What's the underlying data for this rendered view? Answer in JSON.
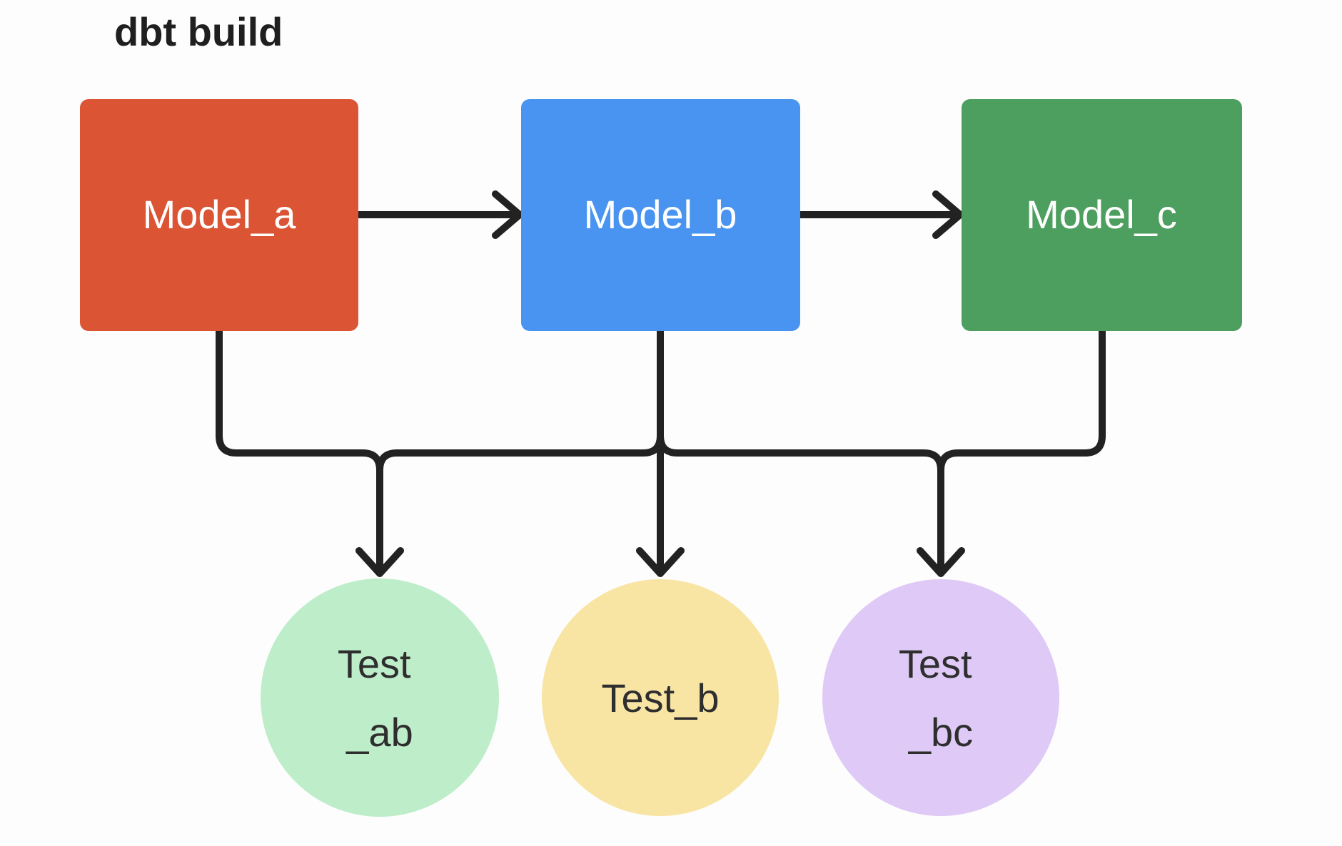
{
  "title": "dbt build",
  "colors": {
    "background": "#FDFDFD",
    "edge": "#222222",
    "title_text": "#1F1F1F",
    "model_label_text": "#FFFFFF",
    "test_label_text": "#2E2E2E"
  },
  "models": [
    {
      "label": "Model_a",
      "color": "#DB5434"
    },
    {
      "label": "Model_b",
      "color": "#4894F0"
    },
    {
      "label": "Model_c",
      "color": "#4D9F5F"
    }
  ],
  "tests": [
    {
      "line1": "Test",
      "line2": "_ab",
      "color": "#BEEDCA"
    },
    {
      "label": "Test_b",
      "color": "#F8E5A4"
    },
    {
      "line1": "Test",
      "line2": "_bc",
      "color": "#DFC9F6"
    }
  ],
  "edges": [
    {
      "from": "Model_a",
      "to": "Model_b"
    },
    {
      "from": "Model_b",
      "to": "Model_c"
    },
    {
      "from": "Model_a",
      "to": "Test_ab"
    },
    {
      "from": "Model_b",
      "to": "Test_ab"
    },
    {
      "from": "Model_b",
      "to": "Test_b"
    },
    {
      "from": "Model_b",
      "to": "Test_bc"
    },
    {
      "from": "Model_c",
      "to": "Test_bc"
    }
  ]
}
